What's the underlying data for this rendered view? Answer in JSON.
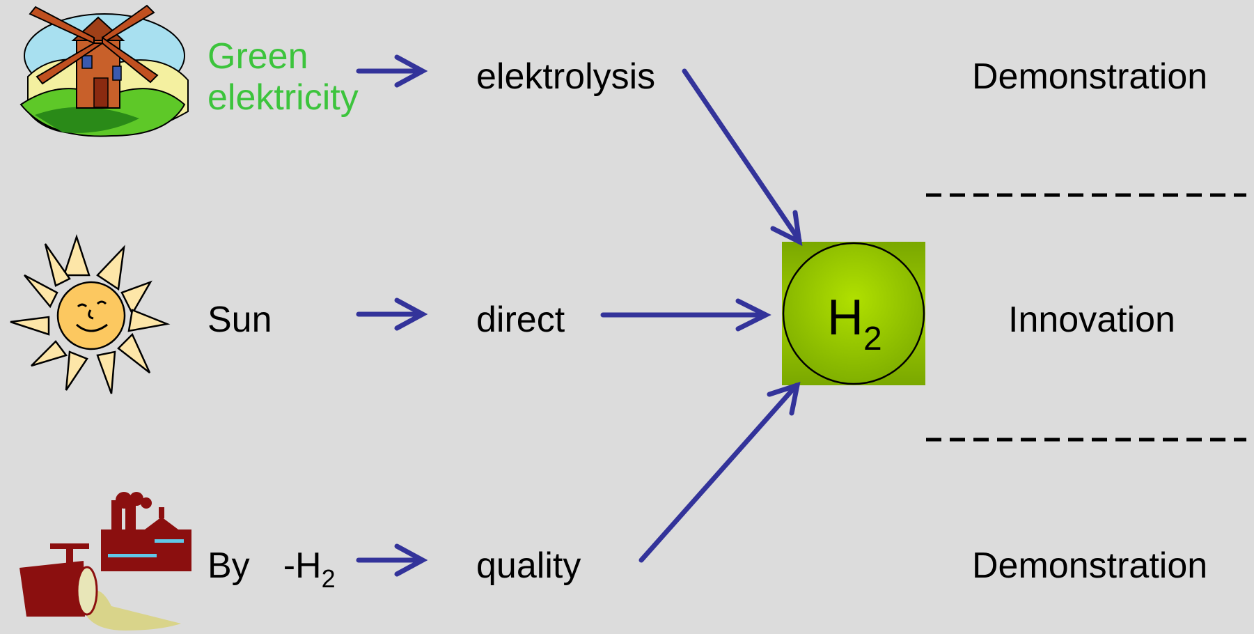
{
  "rows": [
    {
      "source": "Green\nelektricity",
      "method": "elektrolysis",
      "stage": "Demonstration",
      "icon": "windmill-icon"
    },
    {
      "source": "Sun",
      "method": "direct",
      "stage": "Innovation",
      "icon": "sun-icon"
    },
    {
      "source_main": "By",
      "source_sep": "-H",
      "source_sub": "2",
      "method": "quality",
      "stage": "Demonstration",
      "icon": "factory-icon"
    }
  ],
  "hub": {
    "label_main": "H",
    "label_sub": "2"
  },
  "colors": {
    "background": "#dcdcdc",
    "arrow": "#33339a",
    "source_green": "#3cc43c",
    "hub_box": "#8cb400",
    "hub_circle": "#a6d400",
    "factory": "#8b0f0f"
  }
}
